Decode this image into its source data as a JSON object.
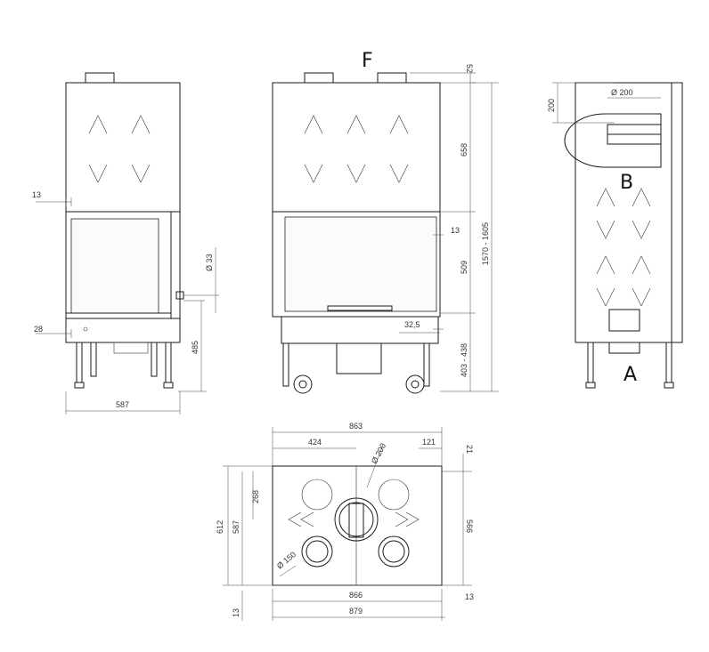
{
  "labels": {
    "front_view": "F",
    "duct_b": "B",
    "duct_a": "A"
  },
  "dimensions": {
    "left": {
      "d13": "13",
      "d33": "Ø 33",
      "d28": "28",
      "d485": "485",
      "d587": "587"
    },
    "front": {
      "d52": "52",
      "d658": "658",
      "d13": "13",
      "d509": "509",
      "d32_5": "32,5",
      "d403_438": "403 - 438",
      "d1570_1605": "1570 - 1605"
    },
    "right": {
      "d200v": "200",
      "d200d": "Ø 200"
    },
    "top": {
      "d863": "863",
      "d424": "424",
      "d121": "121",
      "d21": "21",
      "d200d": "Ø 200",
      "d268": "268",
      "d612": "612",
      "d587": "587",
      "d566": "566",
      "d150d": "Ø 150",
      "d866": "866",
      "d879": "879",
      "d13a": "13",
      "d13b": "13"
    }
  },
  "colors": {
    "line": "#1a1a1a",
    "dimension": "#444444",
    "background": "#ffffff"
  }
}
